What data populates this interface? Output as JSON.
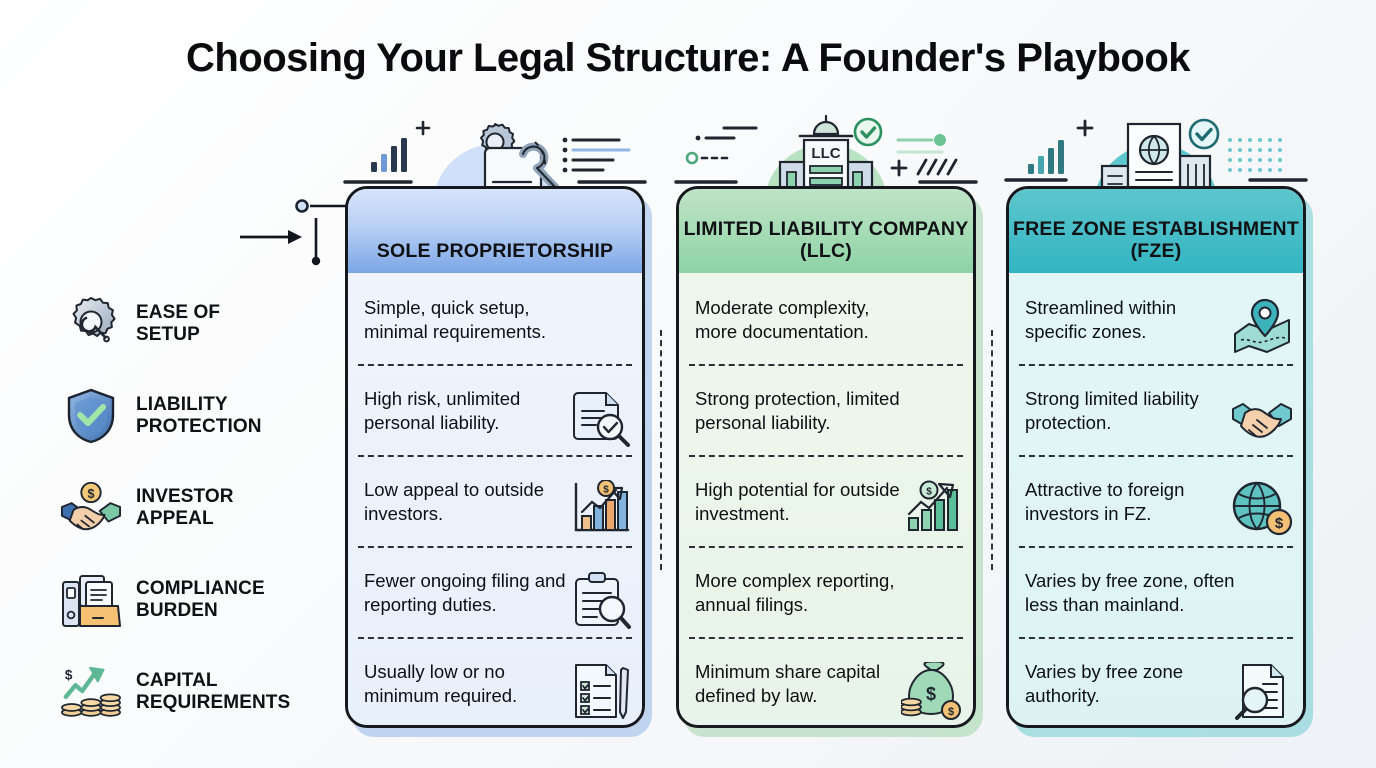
{
  "title": "Choosing Your Legal Structure: A Founder's Playbook",
  "rows": [
    {
      "label": "EASE OF\nSETUP",
      "icon": "gear-wrench-icon"
    },
    {
      "label": "LIABILITY\nPROTECTION",
      "icon": "shield-check-icon"
    },
    {
      "label": "INVESTOR\nAPPEAL",
      "icon": "handshake-coin-icon"
    },
    {
      "label": "COMPLIANCE\nBURDEN",
      "icon": "folder-documents-icon"
    },
    {
      "label": "CAPITAL\nREQUIREMENTS",
      "icon": "coins-growth-icon"
    }
  ],
  "columns": [
    {
      "header": "SOLE PROPRIETORSHIP",
      "accent": "#7ba6e6",
      "header_icon": "gear-wrench-document-icon",
      "cells": [
        {
          "text": "Simple, quick setup, minimal requirements.",
          "icon": ""
        },
        {
          "text": "High risk, unlimited personal liability.",
          "icon": "document-magnifier-icon"
        },
        {
          "text": "Low appeal to outside investors.",
          "icon": "bar-chart-coin-icon"
        },
        {
          "text": "Fewer ongoing filing and reporting duties.",
          "icon": "clipboard-magnifier-icon"
        },
        {
          "text": "Usually low or no minimum required.",
          "icon": "checklist-pen-icon"
        }
      ]
    },
    {
      "header": "LIMITED LIABILITY COMPANY (LLC)",
      "accent": "#8ed2a6",
      "header_icon": "llc-building-check-icon",
      "cells": [
        {
          "text": "Moderate complexity, more documentation.",
          "icon": ""
        },
        {
          "text": "Strong protection, limited personal liability.",
          "icon": ""
        },
        {
          "text": "High potential for outside investment.",
          "icon": "bar-chart-coin-icon"
        },
        {
          "text": "More complex reporting, annual filings.",
          "icon": ""
        },
        {
          "text": "Minimum share capital defined by law.",
          "icon": "money-bag-coins-icon"
        }
      ]
    },
    {
      "header": "FREE ZONE ESTABLISHMENT (FZE)",
      "accent": "#34b4c2",
      "header_icon": "globe-building-check-icon",
      "cells": [
        {
          "text": "Streamlined within specific zones.",
          "icon": "map-pin-icon"
        },
        {
          "text": "Strong limited liability protection.",
          "icon": "handshake-icon"
        },
        {
          "text": "Attractive to foreign investors in FZ.",
          "icon": "globe-coin-icon"
        },
        {
          "text": "Varies by free zone, often less than mainland.",
          "icon": ""
        },
        {
          "text": "Varies by free zone authority.",
          "icon": "document-magnifier-icon"
        }
      ]
    }
  ],
  "connector": {
    "name": "flow-connector"
  }
}
